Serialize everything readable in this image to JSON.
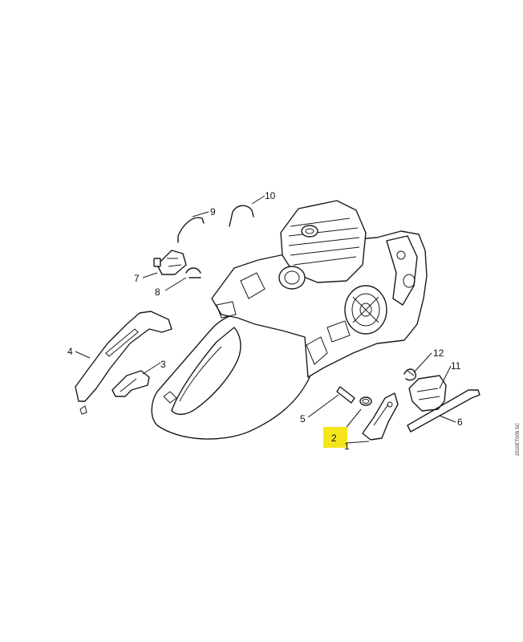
{
  "diagram": {
    "callouts": [
      "1",
      "2",
      "3",
      "4",
      "5",
      "6",
      "7",
      "8",
      "9",
      "10",
      "11",
      "12"
    ],
    "highlighted_callout": "2",
    "highlight_color": "#f5e61c",
    "drawing_code": "2510ET005 SC"
  }
}
